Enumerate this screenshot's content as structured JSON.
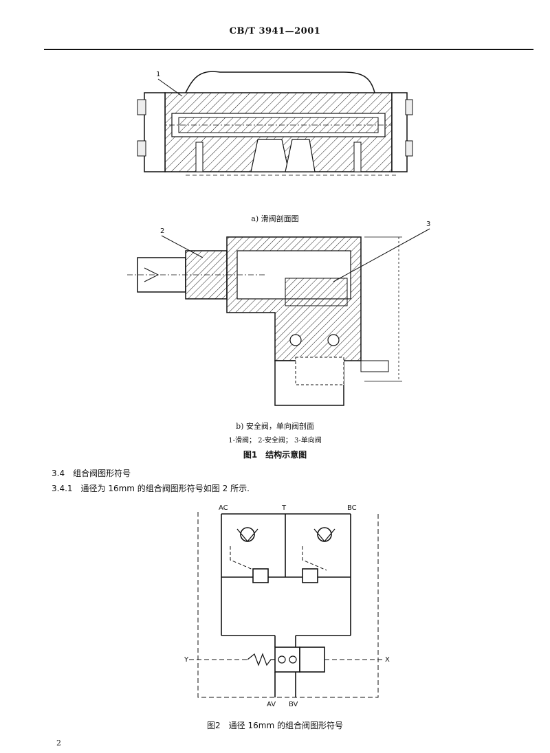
{
  "header": {
    "standard_code": "CB/T 3941—2001"
  },
  "figure1": {
    "part_a_caption": "a) 滑阀剖面图",
    "part_b_caption": "b) 安全阀，单向阀剖面",
    "legend": "1-滑阀； 2-安全阀； 3-单向阀",
    "title": "图1　结构示意图",
    "callouts": [
      "1",
      "2",
      "3"
    ]
  },
  "section": {
    "heading": "3.4　组合阀图形符号",
    "para": "3.4.1　通径为 16mm 的组合阀图形符号如图 2 所示."
  },
  "figure2": {
    "ports": {
      "ac": "AC",
      "t": "T",
      "bc": "BC",
      "y": "Y",
      "x": "X",
      "av": "AV",
      "bv": "BV"
    },
    "title": "图2　通径 16mm 的组合阀图形符号"
  },
  "page": {
    "number": "2"
  }
}
